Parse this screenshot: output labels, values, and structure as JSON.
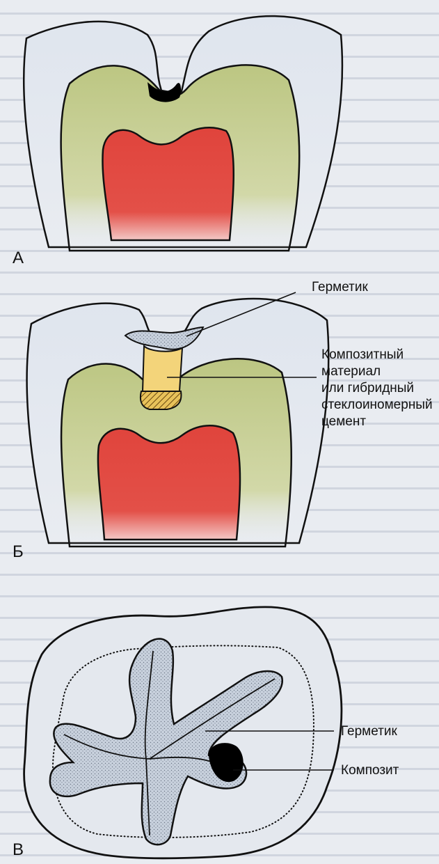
{
  "panels": {
    "a": {
      "label": "А"
    },
    "b": {
      "label": "Б",
      "sealant_label": "Герметик",
      "composite_lines": [
        "Композитный",
        "материал",
        "или гибридный",
        "стеклоиномерный",
        "цемент"
      ]
    },
    "c": {
      "label": "В",
      "sealant_label": "Герметик",
      "composite_label": "Композит"
    }
  },
  "colors": {
    "enamel": "#dfe5ee",
    "dentin": "#c9d29a",
    "pulp": "#e0443c",
    "caries": "#000000",
    "sealant": "#cfd6e0",
    "composite": "#f3d47a",
    "liner": "#d9b24a"
  }
}
